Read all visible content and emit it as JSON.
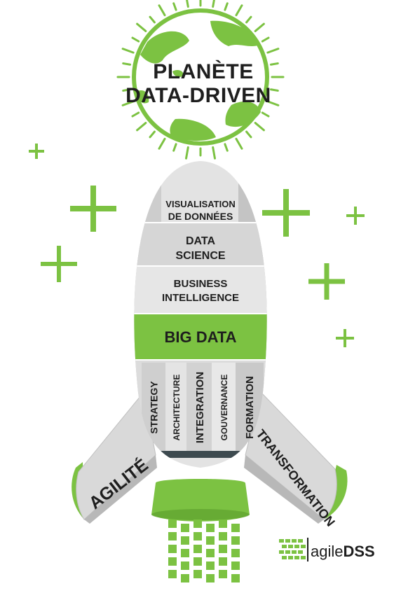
{
  "colors": {
    "green": "#7cc242",
    "dark_green": "#4f8a23",
    "grey_light": "#e6e6e6",
    "grey_mid": "#cfcfcf",
    "grey_dark": "#a9a9a9",
    "text": "#1e1e1e",
    "band": "#3d4a4f"
  },
  "globe": {
    "title_line1": "PLANÈTE",
    "title_line2": "DATA-DRIVEN",
    "icon": "globe-icon"
  },
  "rocket": {
    "nose": {
      "line1": "VISUALISATION",
      "line2": "DE DONNÉES"
    },
    "level_data_science": {
      "line1": "DATA",
      "line2": "SCIENCE"
    },
    "level_bi": {
      "line1": "BUSINESS",
      "line2": "INTELLIGENCE"
    },
    "level_big_data": "BIG DATA",
    "pillars": [
      "STRATEGY",
      "ARCHITECTURE",
      "INTEGRATION",
      "GOUVERNANCE",
      "FORMATION"
    ],
    "left_wing": "AGILITÉ",
    "right_wing": "TRANSFORMATION"
  },
  "decorations": {
    "sparkle_icon": "plus-sparkle-icon",
    "exhaust_icon": "exhaust-icon"
  },
  "logo": {
    "prefix": "agile",
    "suffix": "DSS"
  }
}
